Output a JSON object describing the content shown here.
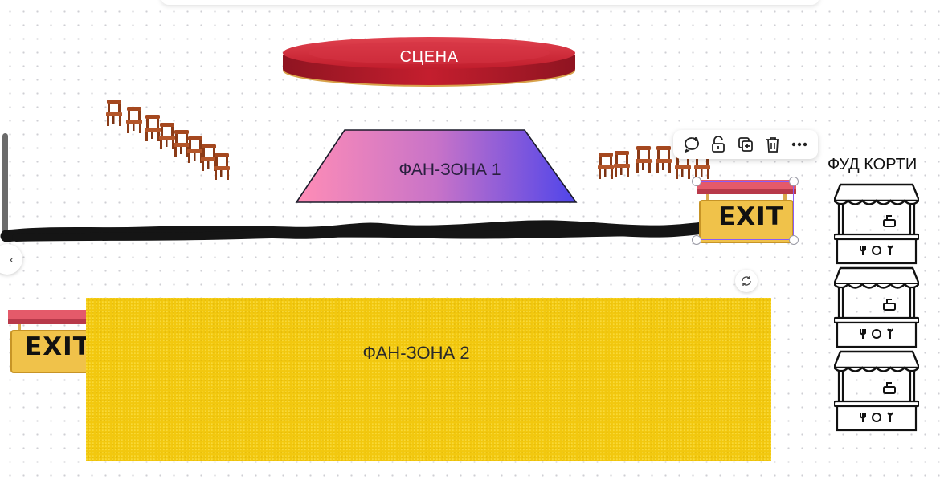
{
  "stage": {
    "label": "СЦЕНА"
  },
  "fan_zone_1": {
    "label": "ФАН-ЗОНА 1"
  },
  "fan_zone_2": {
    "label": "ФАН-ЗОНА 2"
  },
  "exit_signs": [
    {
      "label": "EXIT",
      "selected": true
    },
    {
      "label": "EXIT",
      "selected": false
    }
  ],
  "food_court": {
    "title": "ФУД КОРТИ",
    "stall_count": 3
  },
  "toolbar": {
    "actions": [
      {
        "icon": "comment-plus-icon"
      },
      {
        "icon": "lock-icon"
      },
      {
        "icon": "duplicate-icon"
      },
      {
        "icon": "trash-icon"
      },
      {
        "icon": "more-icon"
      }
    ]
  },
  "colors": {
    "stage_red": "#c8202f",
    "fan_zone_1_start": "#ff8ab5",
    "fan_zone_1_end": "#5146e8",
    "fan_zone_2_yellow": "#f2c80f",
    "exit_sign_yellow": "#f0c24a",
    "exit_sign_roof": "#e05567",
    "selection": "#8a5cf5",
    "chair_brown": "#a0461e"
  }
}
